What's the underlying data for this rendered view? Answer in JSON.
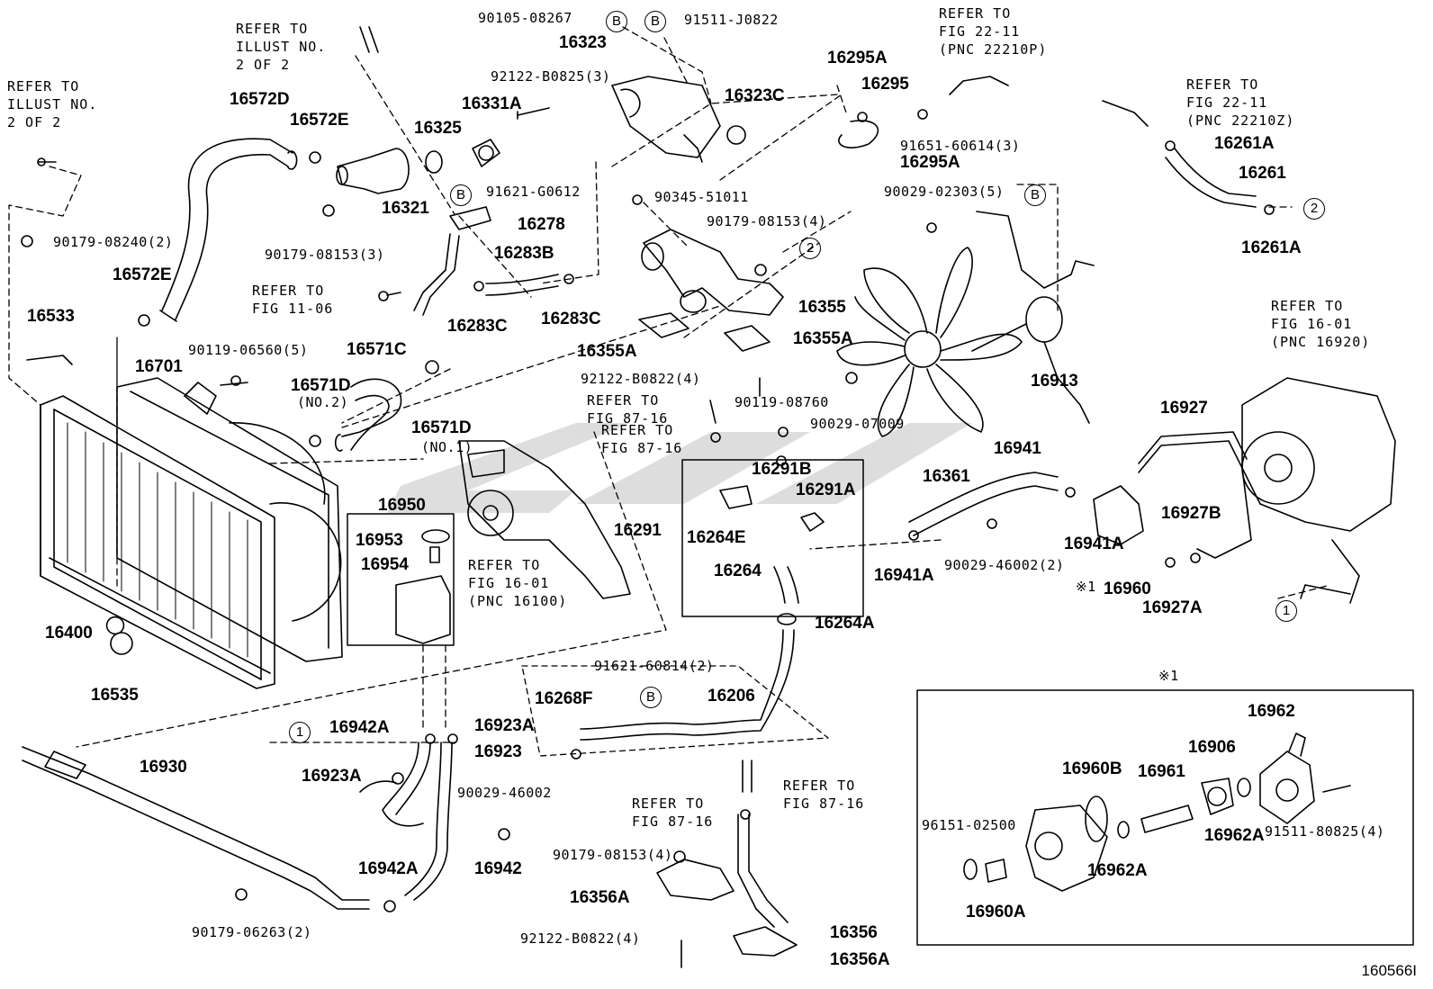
{
  "figure_code": "160566I",
  "note_marker": "※1",
  "part_numbers": {
    "p16323": "16323",
    "p16331A": "16331A",
    "p16325": "16325",
    "p16323C": "16323C",
    "p16572D": "16572D",
    "p16572E_top": "16572E",
    "p16321": "16321",
    "p16278": "16278",
    "p16283B": "16283B",
    "p16283C_left": "16283C",
    "p16283C_right": "16283C",
    "p16572E_mid": "16572E",
    "p16533": "16533",
    "p16701": "16701",
    "p16571C": "16571C",
    "p16571D_top": "16571D",
    "p16571D_bot": "16571D",
    "p16355": "16355",
    "p16355A_left": "16355A",
    "p16355A_right": "16355A",
    "p16913": "16913",
    "p16295A_top": "16295A",
    "p16295": "16295",
    "p16295A_bot": "16295A",
    "p16261A_top": "16261A",
    "p16261": "16261",
    "p16261A_bot": "16261A",
    "p16361": "16361",
    "p16941": "16941",
    "p16941A_right": "16941A",
    "p16941A_left": "16941A",
    "p16927": "16927",
    "p16927B": "16927B",
    "p16927A": "16927A",
    "p16960": "16960",
    "p16950": "16950",
    "p16953": "16953",
    "p16954": "16954",
    "p16291B": "16291B",
    "p16291A": "16291A",
    "p16291": "16291",
    "p16264E": "16264E",
    "p16264": "16264",
    "p16264A": "16264A",
    "p16400": "16400",
    "p16535": "16535",
    "p16268F": "16268F",
    "p16206": "16206",
    "p16942A_top": "16942A",
    "p16923A_right": "16923A",
    "p16923": "16923",
    "p16923A_left": "16923A",
    "p16930": "16930",
    "p16942A_bot": "16942A",
    "p16942": "16942",
    "p16356A_top": "16356A",
    "p16356": "16356",
    "p16356A_bot": "16356A",
    "p16962": "16962",
    "p16906": "16906",
    "p16960B": "16960B",
    "p16961": "16961",
    "p16962A_right": "16962A",
    "p16962A_bot": "16962A",
    "p16960A": "16960A"
  },
  "bolt_codes": {
    "b90105": "90105-08267",
    "b91511": "91511-J0822",
    "b92122_3": "92122-B0825(3)",
    "b91621": "91621-G0612",
    "b90345": "90345-51011",
    "b90179_4a": "90179-08153(4)",
    "b90179_2": "90179-08240(2)",
    "b90179_3": "90179-08153(3)",
    "b90119_5": "90119-06560(5)",
    "b92122_4a": "92122-B0822(4)",
    "b90119_08760": "90119-08760",
    "b90029_07009": "90029-07009",
    "b91651": "91651-60614(3)",
    "b90029_02303": "90029-02303(5)",
    "b90029_46002_2": "90029-46002(2)",
    "b91621_60814": "91621-60814(2)",
    "b90029_46002": "90029-46002",
    "b90179_4b": "90179-08153(4)",
    "b92122_4b": "92122-B0822(4)",
    "b90179_06263": "90179-06263(2)",
    "b96151": "96151-02500",
    "b91511_80825": "91511-80825(4)"
  },
  "notes": {
    "no2": "(NO.2)",
    "no1": "(NO.1)",
    "ref_illust_top": "REFER TO\nILLUST NO.\n2 OF 2",
    "ref_illust_left": "REFER TO\nILLUST NO.\n2 OF 2",
    "ref_fig2211_top": "REFER TO\nFIG 22-11\n(PNC 22210P)",
    "ref_fig2211_right": "REFER TO\nFIG 22-11\n(PNC 22210Z)",
    "ref_fig1106": "REFER TO\nFIG 11-06",
    "ref_fig8716_a": "REFER TO\nFIG 87-16",
    "ref_fig8716_b": "REFER TO\nFIG 87-16",
    "ref_fig1601_pump": "REFER TO\nFIG 16-01\n(PNC 16100)",
    "ref_fig1601_right": "REFER TO\nFIG 16-01\n(PNC 16920)",
    "ref_fig8716_c": "REFER TO\nFIG 87-16",
    "ref_fig8716_d": "REFER TO\nFIG 87-16"
  },
  "callouts": {
    "B1": "B",
    "B2": "B",
    "B3": "B",
    "B4": "B",
    "B5": "B",
    "c1a": "1",
    "c1b": "1",
    "c2a": "2",
    "c2b": "2"
  }
}
